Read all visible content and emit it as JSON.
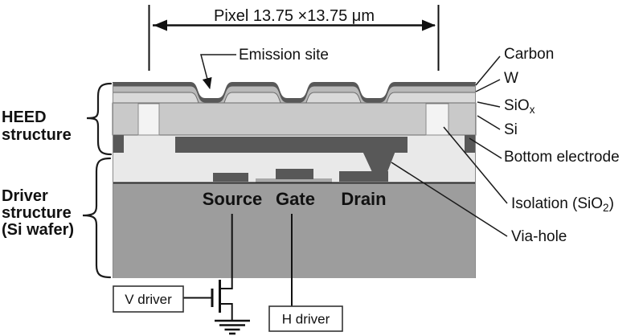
{
  "dimension": {
    "label": "Pixel  13.75 ×13.75 μm"
  },
  "emission": {
    "label": "Emission site"
  },
  "left": {
    "heed": [
      "HEED",
      "structure"
    ],
    "driver": [
      "Driver",
      "structure",
      "(Si wafer)"
    ]
  },
  "layers": {
    "carbon": "Carbon",
    "tungsten": "W",
    "siox_base": "SiO",
    "siox_sub": "x",
    "si": "Si",
    "bottom_electrode": "Bottom electrode",
    "isolation_base": "Isolation (SiO",
    "isolation_sub": "2",
    "isolation_end": ")",
    "via_hole": "Via-hole"
  },
  "transistor": {
    "source": "Source",
    "gate": "Gate",
    "drain": "Drain"
  },
  "drivers": {
    "v": "V driver",
    "h": "H driver"
  },
  "colors": {
    "carbon": "#585858",
    "tungsten": "#b9b9b9",
    "siox": "#d9d9d9",
    "si": "#c9c9c9",
    "slot": "#f3f3f3",
    "electrode": "#585858",
    "isolation": "#e9e9e9",
    "wafer": "#9d9d9d",
    "gate_oxide": "#a9a9a9"
  }
}
